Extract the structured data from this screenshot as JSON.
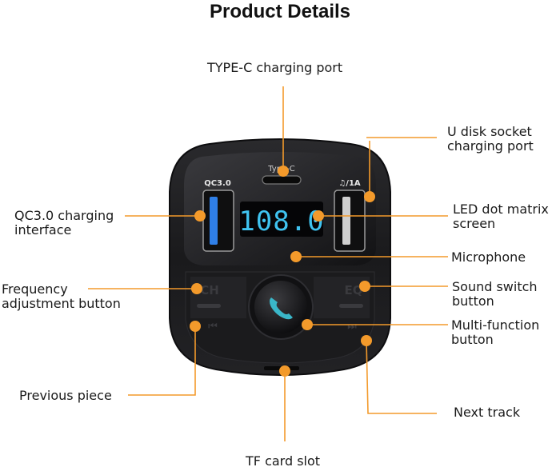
{
  "title": "Product Details",
  "device": {
    "port_left_label": "QC3.0",
    "port_right_label": "♫/1A",
    "typec_label": "Type-C",
    "screen_text": "108.0",
    "button_left_label": "CH",
    "button_right_label": "EQ",
    "prev_symbol": "⏮",
    "next_symbol": "⏭"
  },
  "callouts": {
    "typec": "TYPE-C charging port",
    "udisk_1": "U disk socket",
    "udisk_2": "charging port",
    "qc_1": "QC3.0 charging",
    "qc_2": "interface",
    "led_1": "LED dot matrix",
    "led_2": "screen",
    "mic": "Microphone",
    "freq_1": "Frequency",
    "freq_2": "adjustment button",
    "sound_1": "Sound switch",
    "sound_2": "button",
    "multi_1": "Multi-function",
    "multi_2": "button",
    "prev": "Previous piece",
    "next": "Next track",
    "tf": "TF card slot"
  },
  "colors": {
    "accent": "#f39a2b",
    "body": "#1c1c1e",
    "screen_digits": "#3fc3f0",
    "phone_icon": "#3ab7c9"
  }
}
